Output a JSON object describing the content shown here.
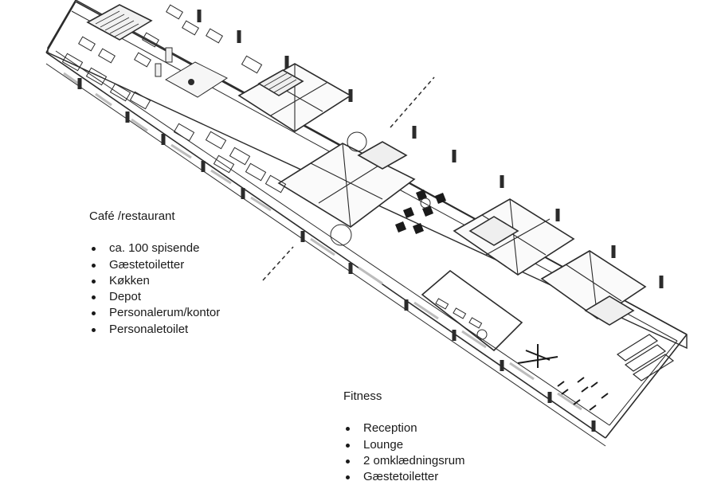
{
  "diagram": {
    "cafe": {
      "title": "Café /restaurant",
      "items": [
        "ca. 100 spisende",
        "Gæstetoiletter",
        "Køkken",
        "Depot",
        "Personalerum/kontor",
        "Personaletoilet"
      ]
    },
    "fitness": {
      "title": "Fitness",
      "items": [
        "Reception",
        "Lounge",
        "2 omklædningsrum",
        "Gæstetoiletter"
      ]
    }
  },
  "colors": {
    "line": "#2b2b2b",
    "floor": "#ffffff",
    "wall": "#e9e9e9",
    "furniture": "#1a1a1a"
  }
}
